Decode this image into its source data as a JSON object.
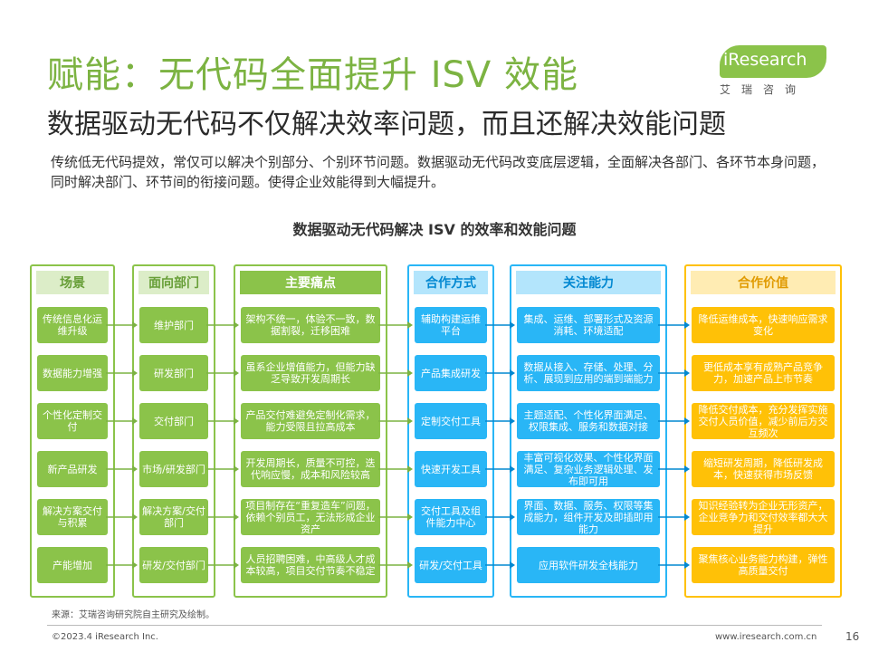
{
  "header": {
    "title": "赋能：无代码全面提升 ISV 效能",
    "subtitle": "数据驱动无代码不仅解决效率问题，而且还解决效能问题",
    "intro": "传统低无代码提效，常仅可以解决个别部分、个别环节问题。数据驱动无代码改变底层逻辑，全面解决各部门、各环节本身问题，同时解决部门、环节间的衔接问题。使得企业效能得到大幅提升。"
  },
  "logo": {
    "text": "iResearch",
    "sub": "艾瑞咨询"
  },
  "diagram": {
    "title": "数据驱动无代码解决 ISV 的效率和效能问题",
    "columns": [
      {
        "header": "场景",
        "items": [
          "传统信息化运维升级",
          "数据能力增强",
          "个性化定制交付",
          "新产品研发",
          "解决方案交付与积累",
          "产能增加"
        ]
      },
      {
        "header": "面向部门",
        "items": [
          "维护部门",
          "研发部门",
          "交付部门",
          "市场/研发部门",
          "解决方案/交付部门",
          "研发/交付部门"
        ]
      },
      {
        "header": "主要痛点",
        "items": [
          "架构不统一，体验不一致，数据割裂，迁移困难",
          "虽系企业增值能力，但能力缺乏导致开发周期长",
          "产品交付难避免定制化需求，能力受限且拉高成本",
          "开发周期长，质量不可控，迭代响应慢，成本和风险较高",
          "项目制存在“重复造车”问题，依赖个别员工，无法形成企业资产",
          "人员招聘困难，中高级人才成本较高，项目交付节奏不稳定"
        ]
      },
      {
        "header": "合作方式",
        "items": [
          "辅助构建运维平台",
          "产品集成研发",
          "定制交付工具",
          "快速开发工具",
          "交付工具及组件能力中心",
          "研发/交付工具"
        ]
      },
      {
        "header": "关注能力",
        "items": [
          "集成、运维、部署形式及资源消耗、环境适配",
          "数据从接入、存储、处理、分析、展现到应用的端到端能力",
          "主题适配、个性化界面满足、权限集成、服务和数据对接",
          "丰富可视化效果、个性化界面满足、复杂业务逻辑处理、发布即可用",
          "界面、数据、服务、权限等集成能力，组件开发及即插即用能力",
          "应用软件研发全栈能力"
        ]
      },
      {
        "header": "合作价值",
        "items": [
          "降低运维成本，快速响应需求变化",
          "更低成本享有成熟产品竞争力，加速产品上市节奏",
          "降低交付成本，充分发挥实施交付人员价值，减少前后方交互频次",
          "缩短研发周期，降低研发成本，快速获得市场反馈",
          "知识经验转为企业无形资产，企业竞争力和交付效率都大大提升",
          "聚焦核心业务能力构建，弹性高质量交付"
        ]
      }
    ]
  },
  "footer": {
    "source": "来源：艾瑞咨询研究院自主研究及绘制。",
    "copyright": "©2023.4 iResearch Inc.",
    "site": "www.iresearch.com.cn",
    "page": "16"
  },
  "colors": {
    "green": "#8BC34A",
    "blue": "#29B6F6",
    "yellow": "#FFC107",
    "title_green": "#7CB342"
  }
}
